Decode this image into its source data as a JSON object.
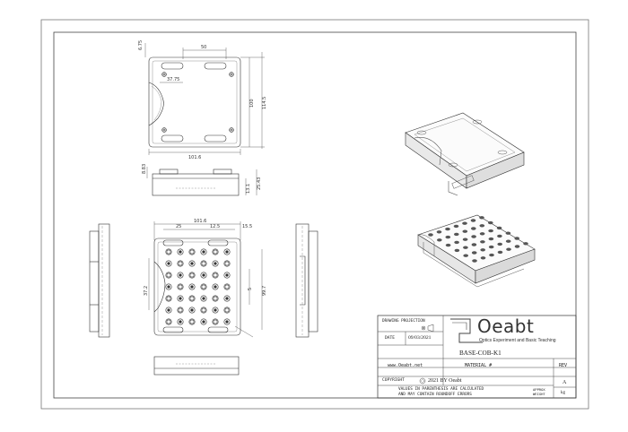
{
  "dimensions": {
    "top_view": {
      "d1": "50",
      "d2": "6.75",
      "d3": "37.75",
      "d4": "100",
      "d5": "114.5",
      "d6": "101.6"
    },
    "side_view": {
      "d1": "8.83",
      "d2": "13.1",
      "d3": "25.43"
    },
    "grid_view": {
      "d1": "101.6",
      "d2": "25",
      "d3": "12.5",
      "d4": "15.5",
      "d5": "5",
      "d6": "37.2",
      "d7": "99.7"
    }
  },
  "title_block": {
    "drawing_projection_label": "DRAWING PROJECTION",
    "date_label": "DATE",
    "date_value": "09/03/2021",
    "logo_word": "Oeabt",
    "logo_tagline": "Optics Experiment and Basic Teaching",
    "part_number": "BASE-COB-K1",
    "website": "www.Oeabt.net",
    "material_label": "MATERIAL #",
    "rev_label": "REV",
    "copyright_label": "COPYRIGHT",
    "copyright_text": "2021 BY Oeabt",
    "rev_value": "A",
    "note_line1": "VALUES IN PARENTHESIS ARE CALCULATED",
    "note_line2": "AND MAY CONTAIN ROUNDOFF ERRORS",
    "approx_weight_line1": "APPROX",
    "approx_weight_line2": "WEIGHT",
    "weight_unit": "kg"
  }
}
